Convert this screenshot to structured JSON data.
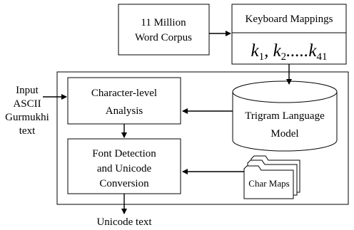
{
  "nodes": {
    "corpus": {
      "line1": "11 Million",
      "line2": "Word Corpus"
    },
    "keyboard": {
      "title": "Keyboard Mappings",
      "formula": {
        "k1": "k",
        "s1": "1",
        "sep1": ", ",
        "k2": "k",
        "s2": "2",
        "dots": ".....",
        "k3": "k",
        "s3": "41"
      }
    },
    "char_analysis": {
      "line1": "Character-level",
      "line2": "Analysis"
    },
    "font_detect": {
      "line1": "Font Detection",
      "line2": "and Unicode",
      "line3": "Conversion"
    },
    "trigram": {
      "line1": "Trigram Language",
      "line2": "Model"
    },
    "char_maps": {
      "label": "Char Maps"
    }
  },
  "input": {
    "line1": "Input",
    "line2": "ASCII",
    "line3": "Gurmukhi",
    "line4": "text"
  },
  "output": {
    "label": "Unicode text"
  }
}
